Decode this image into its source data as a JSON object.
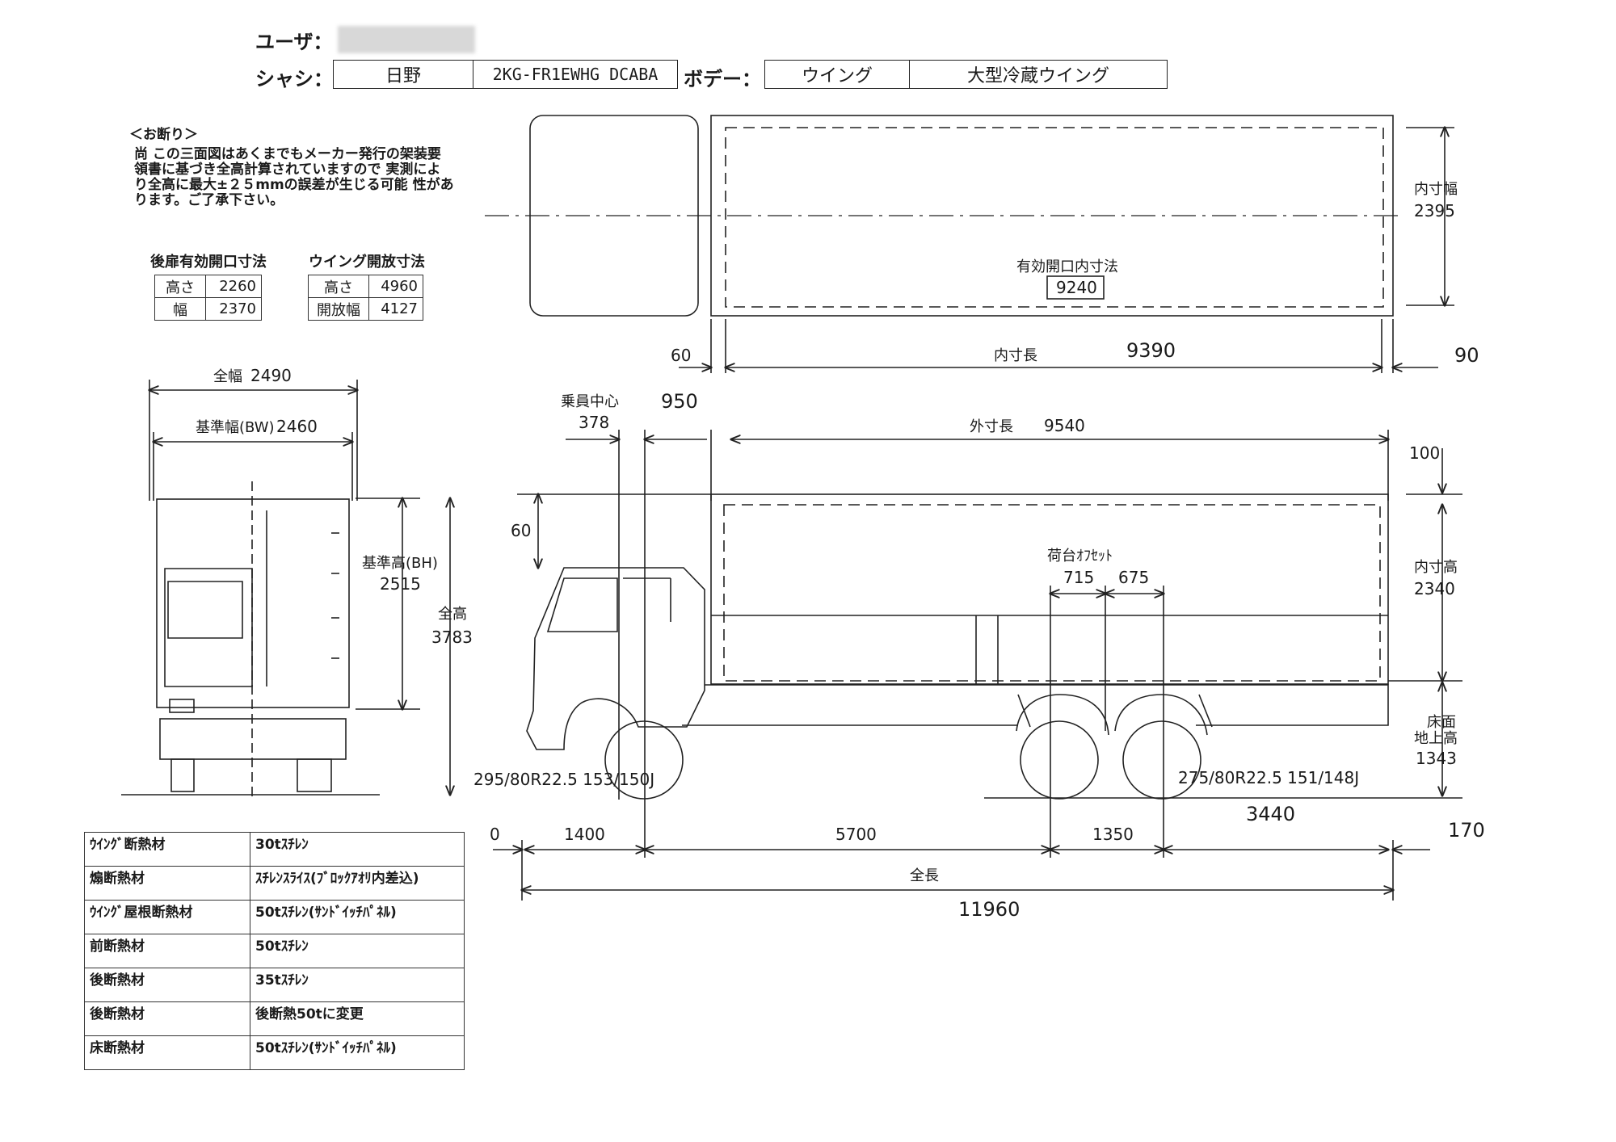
{
  "header": {
    "user_label": "ユーザ：",
    "chassis_label": "シャシ：",
    "chassis_maker": "日野",
    "chassis_model": "2KG-FR1EWHG DCABA",
    "body_label": "ボデー：",
    "body_type": "ウイング",
    "body_spec": "大型冷蔵ウイング"
  },
  "notice": {
    "title": "＜お断り＞",
    "lines": [
      "尚 この三面図はあくまでもメーカー発行の架装要",
      "領書に基づき全高計算されていますので 実測によ",
      "り全高に最大±２５mmの誤差が生じる可能 性があ",
      "ります。ご了承下さい。"
    ]
  },
  "rear_door": {
    "title": "後扉有効開口寸法",
    "rows": [
      {
        "key": "高さ",
        "value": "2260"
      },
      {
        "key": "幅",
        "value": "2370"
      }
    ]
  },
  "wing_open": {
    "title": "ウイング開放寸法",
    "rows": [
      {
        "key": "高さ",
        "value": "4960"
      },
      {
        "key": "開放幅",
        "value": "4127"
      }
    ]
  },
  "top_view": {
    "inner_width_label": "内寸幅",
    "inner_width": "2395",
    "opening_label": "有効開口内寸法",
    "opening_value": "9240",
    "front_gap": "60",
    "inner_length_label": "内寸長",
    "inner_length": "9390",
    "rear_gap": "90"
  },
  "front_view": {
    "overall_width_label": "全幅",
    "overall_width": "2490",
    "base_width_label": "基準幅(BW)",
    "base_width": "2460",
    "base_height_label": "基準高(BH)",
    "base_height": "2515",
    "total_height_label": "全高",
    "total_height": "3783"
  },
  "side_view": {
    "occupant_center_label": "乗員中心",
    "occupant_center": "378",
    "front_offset": "950",
    "outer_length_label": "外寸長",
    "outer_length": "9540",
    "roof_gap": "100",
    "cab_gap": "60",
    "deck_offset_label": "荷台ｵﾌｾｯﾄ",
    "offset_a": "715",
    "offset_b": "675",
    "inner_height_label": "内寸高",
    "inner_height": "2340",
    "floor_height_label_1": "床面",
    "floor_height_label_2": "地上高",
    "floor_height": "1343",
    "front_tire": "295/80R22.5 153/150J",
    "rear_tire": "275/80R22.5 151/148J",
    "rear_overhang": "3440",
    "dim_0": "0",
    "dim_front_overhang": "1400",
    "dim_wheelbase": "5700",
    "dim_tandem": "1350",
    "dim_rear_extra": "170",
    "overall_length_label": "全長",
    "overall_length": "11960"
  },
  "materials": [
    {
      "key": "ｳｲﾝｸﾞ断熱材",
      "value": "30tｽﾁﾚﾝ"
    },
    {
      "key": "煽断熱材",
      "value": "ｽﾁﾚﾝｽﾗｲｽ(ﾌﾞﾛｯｸｱｵﾘ内差込)"
    },
    {
      "key": "ｳｲﾝｸﾞ屋根断熱材",
      "value": "50tｽﾁﾚﾝ(ｻﾝﾄﾞｲｯﾁﾊﾟﾈﾙ)"
    },
    {
      "key": "前断熱材",
      "value": "50tｽﾁﾚﾝ"
    },
    {
      "key": "後断熱材",
      "value": "35tｽﾁﾚﾝ"
    },
    {
      "key": "後断熱材",
      "value": "後断熱50tに変更"
    },
    {
      "key": "床断熱材",
      "value": "50tｽﾁﾚﾝ(ｻﾝﾄﾞｲｯﾁﾊﾟﾈﾙ)"
    }
  ]
}
